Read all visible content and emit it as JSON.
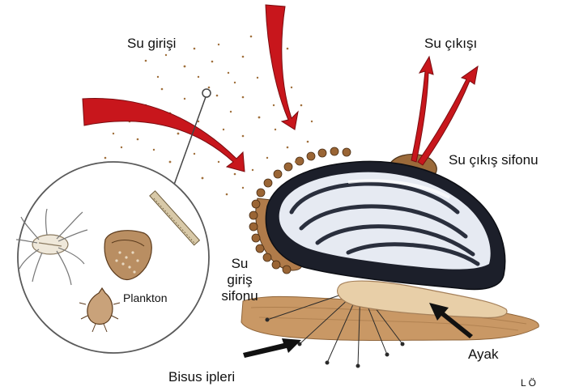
{
  "labels": {
    "water_inlet": "Su girişi",
    "water_outlet": "Su çıkışı",
    "outlet_siphon": "Su çıkış sifonu",
    "inlet_siphon_line1": "Su",
    "inlet_siphon_line2": "giriş",
    "inlet_siphon_line3": "sifonu",
    "plankton": "Plankton",
    "byssus": "Bisus ipleri",
    "foot": "Ayak",
    "credit": "L Ö"
  },
  "colors": {
    "inflow_arrow": "#c8161c",
    "outflow_arrow": "#c8161c",
    "shell_dark": "#1c1f2a",
    "shell_light": "#e6eaf2",
    "siphon_fringe": "#8a5a2e",
    "foot": "#e8cfa8",
    "seabed": "#b8834c",
    "particles": "#a0703c"
  }
}
